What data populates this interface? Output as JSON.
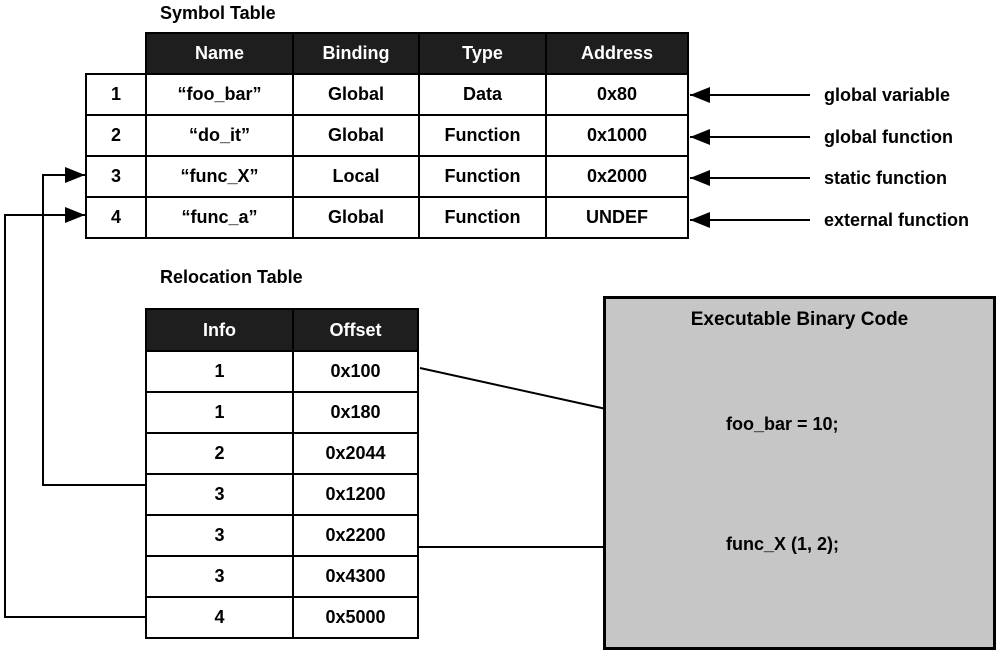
{
  "titles": {
    "symbol_table": "Symbol Table",
    "relocation_table": "Relocation Table",
    "executable_box": "Executable Binary Code"
  },
  "symbol_table": {
    "columns": {
      "name": "Name",
      "binding": "Binding",
      "type": "Type",
      "address": "Address"
    },
    "rows": [
      {
        "num": "1",
        "name": "“foo_bar”",
        "binding": "Global",
        "type": "Data",
        "address": "0x80"
      },
      {
        "num": "2",
        "name": "“do_it”",
        "binding": "Global",
        "type": "Function",
        "address": "0x1000"
      },
      {
        "num": "3",
        "name": "“func_X”",
        "binding": "Local",
        "type": "Function",
        "address": "0x2000"
      },
      {
        "num": "4",
        "name": "“func_a”",
        "binding": "Global",
        "type": "Function",
        "address": "UNDEF"
      }
    ]
  },
  "annotations": [
    "global variable",
    "global function",
    "static function",
    "external function"
  ],
  "relocation_table": {
    "columns": {
      "info": "Info",
      "offset": "Offset"
    },
    "rows": [
      {
        "info": "1",
        "offset": "0x100"
      },
      {
        "info": "1",
        "offset": "0x180"
      },
      {
        "info": "2",
        "offset": "0x2044"
      },
      {
        "info": "3",
        "offset": "0x1200"
      },
      {
        "info": "3",
        "offset": "0x2200"
      },
      {
        "info": "3",
        "offset": "0x4300"
      },
      {
        "info": "4",
        "offset": "0x5000"
      }
    ]
  },
  "executable_box": {
    "code_lines": [
      "foo_bar = 10;",
      "func_X (1, 2);"
    ]
  },
  "colors": {
    "table-header-bg": "#1e1e1e",
    "table-header-text": "#ffffff",
    "box-bg": "#c6c6c6",
    "line-color": "#000000"
  }
}
